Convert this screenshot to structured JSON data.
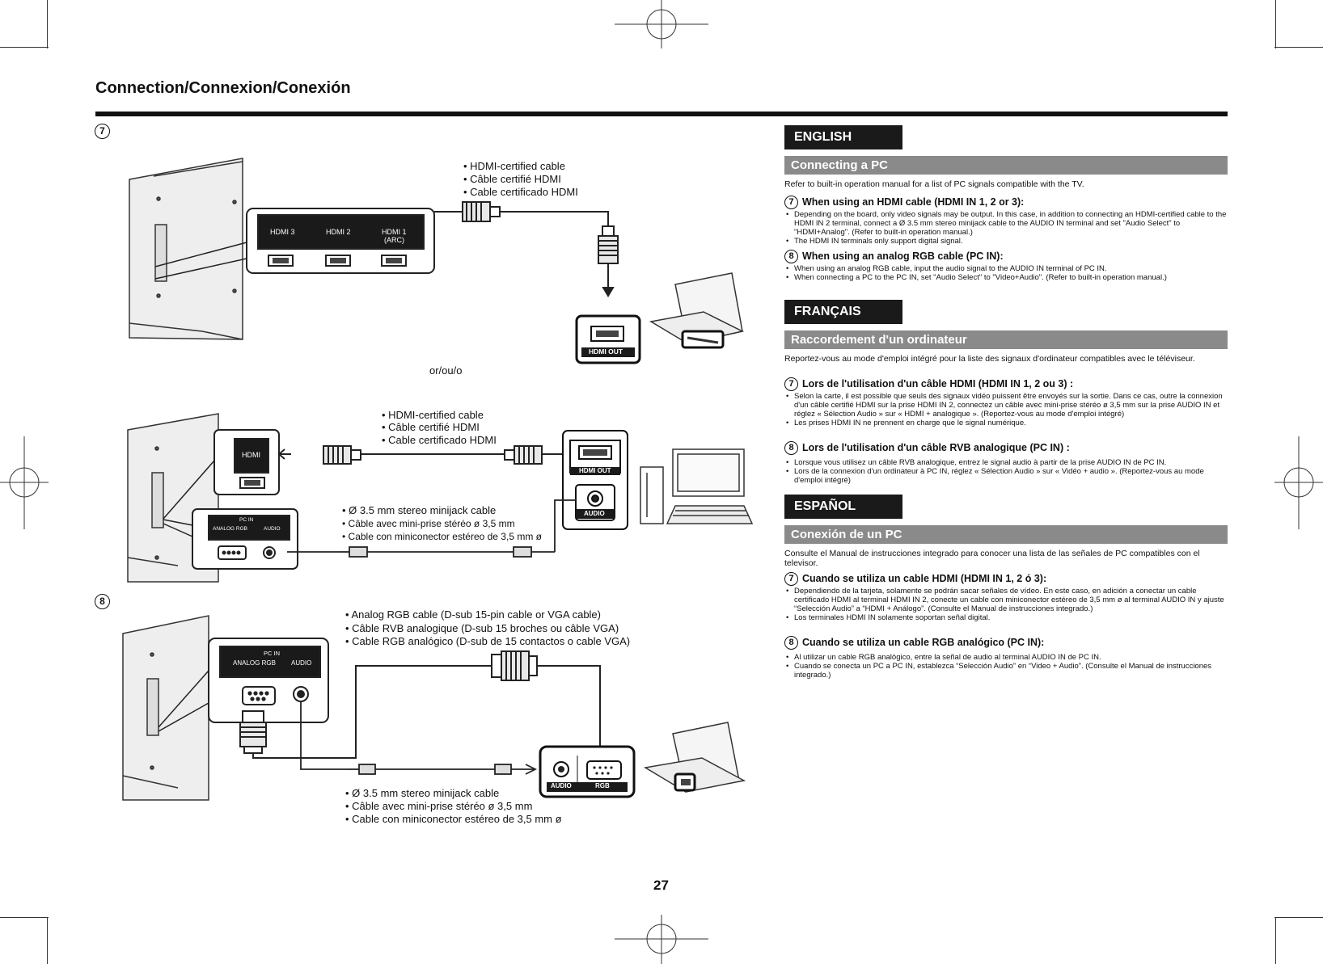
{
  "page": {
    "title": "Connection/Connexion/Conexión",
    "page_number": "27"
  },
  "diagram": {
    "step7_marker": "7",
    "step8_marker": "8",
    "top_cable_labels": [
      "• HDMI-certified cable",
      "• Câble certifié HDMI",
      "• Cable certificado HDMI"
    ],
    "tv_ports": [
      "HDMI 3",
      "HDMI 2",
      "HDMI 1",
      "(ARC)"
    ],
    "hdmi_out_label": "HDMI OUT",
    "or_label": "or/ou/o",
    "mid_cable_labels": [
      "• HDMI-certified cable",
      "• Câble certifié HDMI",
      "• Cable certificado HDMI"
    ],
    "mid_hdmi_label": "HDMI",
    "mid_hdmi_out_label": "HDMI OUT",
    "mid_audio_label": "AUDIO",
    "pcin_label": "PC IN",
    "analog_rgb_label": "ANALOG RGB",
    "audio_label": "AUDIO",
    "mid_minijack_labels": [
      "• Ø 3.5 mm stereo minijack cable",
      "• Câble avec mini-prise stéréo ø 3,5 mm",
      "• Cable con miniconector estéreo de 3,5 mm ø"
    ],
    "rgb_cable_labels": [
      "• Analog RGB cable (D-sub 15-pin cable or VGA cable)",
      "• Câble RVB analogique (D-sub 15 broches ou câble VGA)",
      "• Cable RGB analógico (D-sub de 15 contactos o cable VGA)"
    ],
    "bottom_minijack_labels": [
      "• Ø 3.5 mm stereo minijack cable",
      "• Câble avec mini-prise stéréo ø 3,5 mm",
      "• Cable con miniconector estéreo de 3,5 mm ø"
    ],
    "pc_audio_label": "AUDIO",
    "pc_rgb_label": "RGB"
  },
  "english": {
    "lang": "ENGLISH",
    "section": "Connecting a PC",
    "intro": "Refer to built-in operation manual for a list of PC signals compatible with the TV.",
    "h7": "When using an HDMI cable (HDMI IN 1, 2 or 3):",
    "b7": [
      "Depending on the board, only video signals may be output. In this case, in addition to connecting an HDMI-certified cable to the HDMI IN 2 terminal, connect a Ø 3.5 mm stereo minijack cable to the AUDIO IN terminal and set \"Audio Select\" to \"HDMI+Analog\". (Refer to built-in operation manual.)",
      "The HDMI IN terminals only support digital signal."
    ],
    "h8": "When using an analog RGB cable (PC IN):",
    "b8": [
      "When using an analog RGB cable, input the audio signal to the AUDIO IN terminal of PC IN.",
      "When connecting a PC to the PC IN, set \"Audio Select\" to \"Video+Audio\". (Refer to built-in operation manual.)"
    ]
  },
  "french": {
    "lang": "FRANÇAIS",
    "section": "Raccordement d'un ordinateur",
    "intro": "Reportez-vous au mode d'emploi intégré pour la liste des signaux d'ordinateur compatibles avec le téléviseur.",
    "h7": "Lors de l'utilisation d'un câble HDMI (HDMI IN 1, 2 ou 3) :",
    "b7": [
      "Selon la carte, il est possible que seuls des signaux vidéo puissent être envoyés sur la sortie. Dans ce cas, outre la connexion d'un câble certifié HDMI sur la prise HDMI IN 2, connectez un câble avec mini-prise stéréo ø 3,5 mm sur la prise AUDIO IN et réglez « Sélection Audio » sur « HDMI + analogique ». (Reportez-vous au mode d'emploi intégré)",
      "Les prises HDMI IN ne prennent en charge que le signal numérique."
    ],
    "h8": "Lors de l'utilisation d'un câble RVB analogique (PC IN) :",
    "b8": [
      "Lorsque vous utilisez un câble RVB analogique, entrez le signal audio à partir de la prise AUDIO IN de PC IN.",
      "Lors de la connexion d'un ordinateur à PC IN, réglez « Sélection Audio » sur « Vidéo + audio ». (Reportez-vous au mode d'emploi intégré)"
    ]
  },
  "spanish": {
    "lang": "ESPAÑOL",
    "section": "Conexión de un PC",
    "intro": "Consulte el Manual de instrucciones integrado para conocer una lista de las señales de PC compatibles con el televisor.",
    "h7": "Cuando se utiliza un cable HDMI (HDMI IN 1, 2 ó 3):",
    "b7": [
      "Dependiendo de la tarjeta, solamente se podrán sacar señales de vídeo. En este caso, en adición a conectar un cable certificado HDMI al terminal HDMI IN 2, conecte un  cable con miniconector estéreo de 3,5 mm ø al terminal AUDIO IN y ajuste “Selección Audio” a “HDMI + Análogo”. (Consulte el Manual de instrucciones integrado.)",
      "Los terminales HDMI IN solamente soportan señal digital."
    ],
    "h8": "Cuando se utiliza un cable RGB analógico (PC IN):",
    "b8": [
      "Al utilizar un cable RGB analógico, entre la señal de audio al terminal AUDIO IN de PC IN.",
      "Cuando se conecta un PC a PC IN, establezca “Selección Audio” en “Video + Audio”. (Consulte el Manual de instrucciones integrado.)"
    ]
  }
}
